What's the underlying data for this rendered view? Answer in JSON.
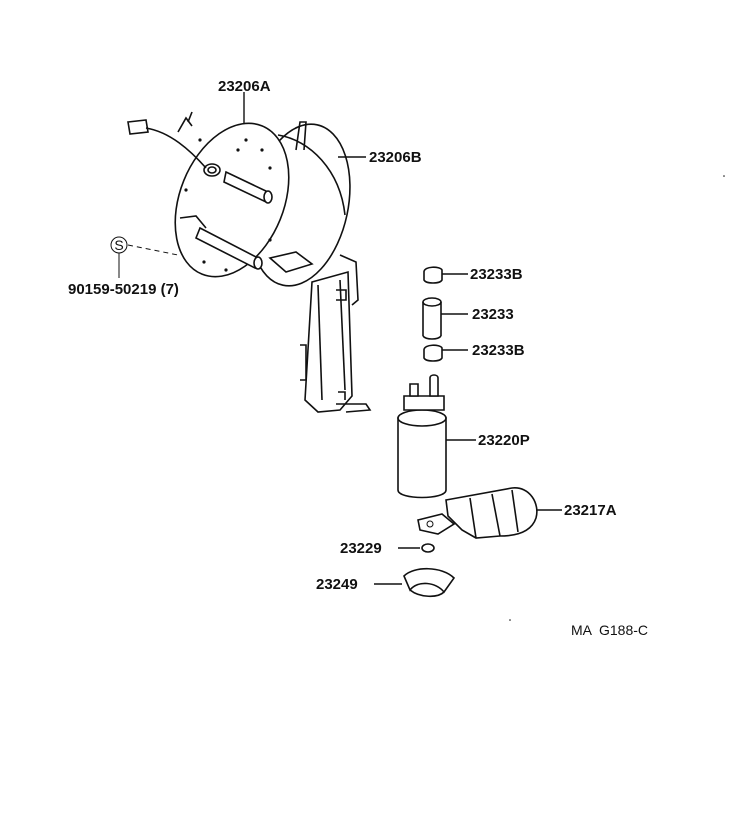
{
  "labels": {
    "p23206A": "23206A",
    "p23206B": "23206B",
    "p90159": "90159-50219 (7)",
    "symbol_s": "S",
    "p23233B_top": "23233B",
    "p23233": "23233",
    "p23233B_bottom": "23233B",
    "p23220P": "23220P",
    "p23217A": "23217A",
    "p23229": "23229",
    "p23249": "23249"
  },
  "drawing_code": "MA  G188-C"
}
